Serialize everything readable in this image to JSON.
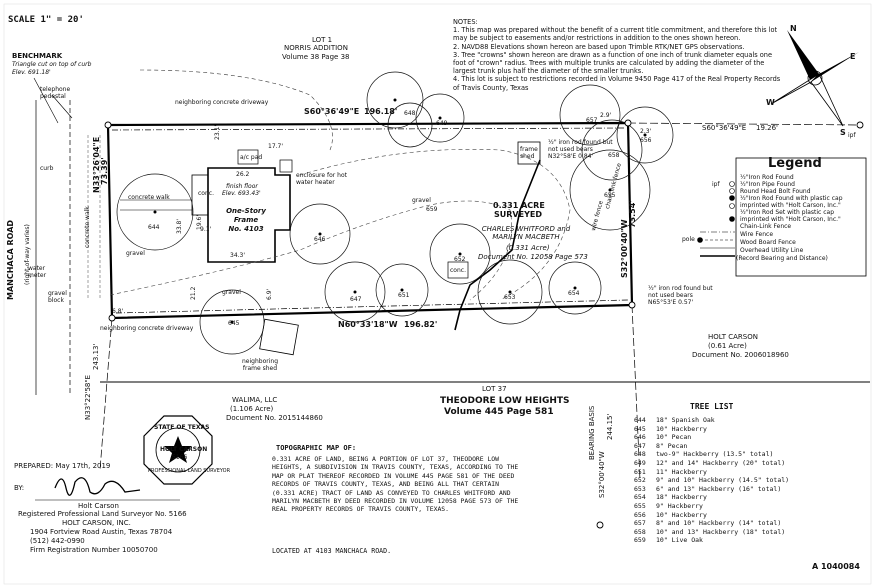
{
  "scale": "SCALE 1\" = 20'",
  "benchmark": {
    "title": "BENCHMARK",
    "desc": "Triangle cut on top of curb",
    "elev": "Elev. 691.18'"
  },
  "lot1": {
    "title": "LOT 1",
    "subdivision": "NORRIS ADDITION",
    "volume": "Volume 38 Page 38"
  },
  "street": {
    "name": "MANCHACA ROAD",
    "row": "(right-of-way varies)"
  },
  "labels": {
    "telephone": "telephone pedestal",
    "curb": "curb",
    "concrete_walk_left": "concrete walk",
    "concrete_walk": "concrete walk",
    "water_meter": "water meter",
    "gravel_block": "gravel block",
    "gravel1": "gravel",
    "gravel2": "gravel",
    "gravel3": "gravel",
    "neighboring_drive_top": "neighboring concrete driveway",
    "neighboring_drive_bottom": "neighboring concrete driveway",
    "neighboring_shed": "neighboring frame shed",
    "ac_pad": "a/c pad",
    "enclosure": "enclosure for hot water heater",
    "finish_floor": "finish floor",
    "finish_elev": "Elev. 693.43'",
    "conc": "conc.",
    "conc2": "conc.",
    "frame_shed": "frame shed",
    "ipf": "ipf",
    "chain_link": "chain link fence",
    "wire_fence": "wire fence",
    "pole": "pole"
  },
  "house": {
    "line1": "One-Story",
    "line2": "Frame",
    "line3": "No. 4103"
  },
  "dims": {
    "d262": "26.2",
    "d343": "34.3'",
    "d196": "19.6'",
    "d177": "17.7'",
    "d212": "21.2",
    "d231": "23.1'",
    "d338": "33.8'",
    "d91": "9.1'",
    "d68": "6.8'",
    "d29": "2.9'",
    "d23": "2.3'",
    "d69": "6.9'"
  },
  "bearings": {
    "north": "S60°36'49\"E",
    "north_dist": "196.18'",
    "north_ext": "S60°36'49\"E",
    "north_ext_dist": "19.26'",
    "south": "N60°33'18\"W",
    "south_dist": "196.82'",
    "west": "N33°26'04\"E",
    "west_dist": "73.39'",
    "east": "S32°00'40\"W",
    "east_dist": "73.54'",
    "sw_bearing": "N33°22'58\"E",
    "sw_dist": "243.13'",
    "basis_label": "BEARING BASIS",
    "basis_bearing": "S32°00'40\"W",
    "basis_dist": "244.15'"
  },
  "iron_rods": {
    "ne": "½\" iron rod found but not used bears N32°58'E 0.84'",
    "se": "½\" iron rod found but not used bears N65°53'E 0.57'"
  },
  "acreage": {
    "acre": "0.331 ACRE",
    "surveyed": "SURVEYED",
    "owner": "CHARLES WHITFORD and MARILYN MACBETH",
    "owner_acre": "(0.331 Acre)",
    "owner_doc": "Document No. 12058 Page 573"
  },
  "lot37": {
    "label": "LOT 37",
    "name": "THEODORE LOW HEIGHTS",
    "volume": "Volume 445 Page 581"
  },
  "walima": {
    "name": "WALIMA, LLC",
    "acre": "(1.106 Acre)",
    "doc": "Document No. 2015144860"
  },
  "holt_parcel": {
    "name": "HOLT CARSON",
    "acre": "(0.61 Acre)",
    "doc": "Document No. 2006018960"
  },
  "notes": {
    "title": "NOTES:",
    "items": [
      "1. This map was prepared without the benefit of a current title commitment, and therefore this lot may be subject to easements and/or restrictions in addition to the ones shown hereon.",
      "2. NAVD88 Elevations shown hereon are based upon Trimble RTK/NET GPS observations.",
      "3. Tree \"crowns\" shown hereon are drawn as a function of one inch of trunk diameter equals one foot of \"crown\" radius. Trees with multiple trunks are calculated by adding the diameter of the largest trunk plus half the diameter of the smaller trunks.",
      "4. This lot is subject to restrictions recorded in Volume 9450 Page 417 of the Real Property Records of Travis County, Texas"
    ]
  },
  "legend": {
    "title": "Legend",
    "items": [
      "½\"Iron Rod Found",
      "½\"Iron Pipe Found",
      "Round Head Bolt Found",
      "½\"Iron Rod Found with plastic cap imprinted with \"Holt Carson, Inc.\"",
      "½\"Iron Rod Set with plastic cap imprinted with \"Holt Carson, Inc.\"",
      "Chain-Link Fence",
      "Wire Fence",
      "Wood Board Fence",
      "Overhead Utility Line",
      "(Record Bearing and Distance)"
    ],
    "ipf": "ipf",
    "pole": "pole"
  },
  "compass": {
    "n": "N",
    "s": "S",
    "e": "E",
    "w": "W"
  },
  "tree_list": {
    "title": "TREE LIST",
    "rows": [
      [
        "644",
        "18\" Spanish Oak"
      ],
      [
        "645",
        "10\" Hackberry"
      ],
      [
        "646",
        "10\" Pecan"
      ],
      [
        "647",
        "8\" Pecan"
      ],
      [
        "648",
        "two-9\" Hackberry (13.5\" total)"
      ],
      [
        "649",
        "12\" and 14\" Hackberry (20\" total)"
      ],
      [
        "651",
        "11\" Hackberry"
      ],
      [
        "652",
        "9\" and 10\" Hackberry (14.5\" total)"
      ],
      [
        "653",
        "6\" and 13\" Hackberry (16\" total)"
      ],
      [
        "654",
        "18\" Hackberry"
      ],
      [
        "655",
        "9\" Hackberry"
      ],
      [
        "656",
        "10\" Hackberry"
      ],
      [
        "657",
        "8\" and 10\" Hackberry (14\" total)"
      ],
      [
        "658",
        "10\" and 13\" Hackberry (18\" total)"
      ],
      [
        "659",
        "10\" Live Oak"
      ]
    ]
  },
  "tree_tags": [
    "644",
    "645",
    "646",
    "647",
    "648",
    "649",
    "651",
    "652",
    "653",
    "654",
    "655",
    "656",
    "657",
    "658",
    "659"
  ],
  "topo": {
    "title": "TOPOGRAPHIC MAP OF:",
    "body": "0.331 ACRE OF LAND, BEING A PORTION OF LOT 37, THEODORE LOW HEIGHTS, A SUBDIVISION IN TRAVIS COUNTY, TEXAS, ACCORDING TO THE MAP OR PLAT THEREOF RECORDED IN VOLUME 445 PAGE 581 OF THE DEED RECORDS OF TRAVIS COUNTY, TEXAS, AND BEING ALL THAT CERTAIN (0.331 ACRE) TRACT OF LAND AS CONVEYED TO CHARLES WHITFORD AND MARILYN MACBETH BY DEED RECORDED IN VOLUME 12058 PAGE 573 OF THE REAL PROPERTY RECORDS OF TRAVIS COUNTY, TEXAS.",
    "location": "LOCATED AT 4103 MANCHACA ROAD."
  },
  "seal": {
    "top": "STATE OF TEXAS",
    "name": "HOLT CARSON",
    "num": "5166",
    "bottom": "PROFESSIONAL LAND SURVEYOR"
  },
  "prepared": {
    "date": "PREPARED: May 17th, 2019",
    "by": "BY:",
    "signature": "Holt Carson",
    "name": "Holt Carson",
    "title": "Registered Professional Land Surveyor No. 5166",
    "company": "HOLT CARSON, INC.",
    "address": "1904 Fortview Road Austin, Texas 78704",
    "phone": "(512) 442-0990",
    "firm": "Firm Registration Number 10050700"
  },
  "job_no": "A 1040084"
}
